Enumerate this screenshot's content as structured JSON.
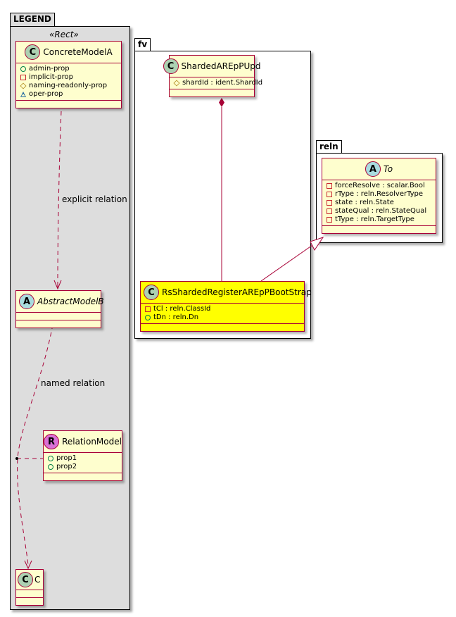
{
  "packages": {
    "legend": {
      "name": "LEGEND",
      "stereotype": "«Rect»"
    },
    "fv": {
      "name": "fv"
    },
    "reln": {
      "name": "reln"
    }
  },
  "classes": {
    "concrete_model_a": {
      "kind": "C",
      "name": "ConcreteModelA",
      "attributes": [
        {
          "visibility": "public",
          "text": "admin-prop"
        },
        {
          "visibility": "private",
          "text": "implicit-prop"
        },
        {
          "visibility": "protected",
          "text": "naming-readonly-prop"
        },
        {
          "visibility": "package",
          "text": "oper-prop"
        }
      ]
    },
    "abstract_model_b": {
      "kind": "A",
      "name": "AbstractModelB",
      "attributes": []
    },
    "relation_model": {
      "kind": "R",
      "name": "RelationModel",
      "attributes": [
        {
          "visibility": "public",
          "text": "prop1"
        },
        {
          "visibility": "public",
          "text": "prop2"
        }
      ]
    },
    "c": {
      "kind": "C",
      "name": "C",
      "attributes": []
    },
    "sharded_areppupd": {
      "kind": "C",
      "name": "ShardedAREpPUpd",
      "attributes": [
        {
          "visibility": "protected",
          "text": "shardId : ident.ShardId"
        }
      ]
    },
    "rs_sharded": {
      "kind": "C",
      "name": "RsShardedRegisterAREpPBootStrap",
      "highlight": "#ffff00",
      "attributes": [
        {
          "visibility": "private",
          "text": "tCl : reln.ClassId"
        },
        {
          "visibility": "public",
          "text": "tDn : reln.Dn"
        }
      ]
    },
    "to": {
      "kind": "A",
      "name": "To",
      "attributes": [
        {
          "visibility": "private",
          "text": "forceResolve : scalar.Bool"
        },
        {
          "visibility": "private",
          "text": "rType : reln.ResolverType"
        },
        {
          "visibility": "private",
          "text": "state : reln.State"
        },
        {
          "visibility": "private",
          "text": "stateQual : reln.StateQual"
        },
        {
          "visibility": "private",
          "text": "tType : reln.TargetType"
        }
      ]
    }
  },
  "relations": {
    "explicit": {
      "label": "explicit relation"
    },
    "named": {
      "label": "named relation"
    }
  },
  "colors": {
    "line": "#a80036",
    "class_bg": "#fefece",
    "legend_bg": "#dddddd",
    "highlight": "#ffff00"
  }
}
